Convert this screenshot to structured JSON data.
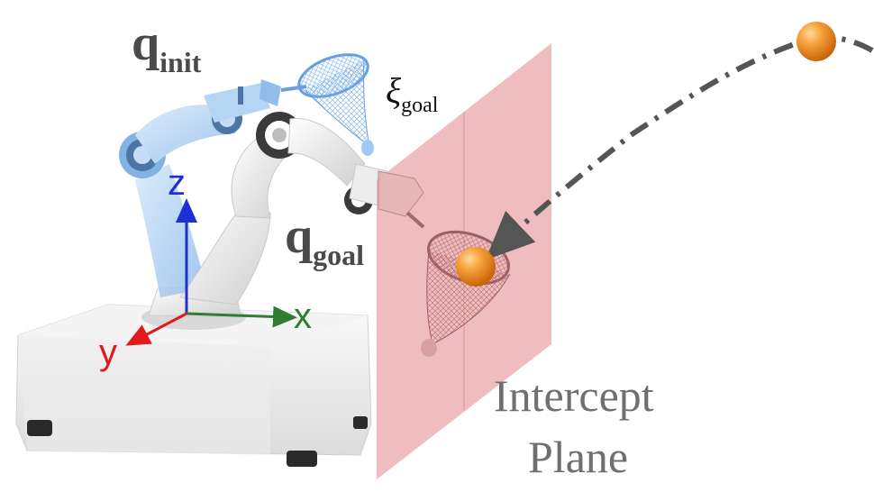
{
  "labels": {
    "q_init_base": "q",
    "q_init_sub": "init",
    "q_goal_base": "q",
    "q_goal_sub": "goal",
    "xi_base": "ξ",
    "xi_sub": "goal"
  },
  "axes": {
    "x": "x",
    "y": "y",
    "z": "z"
  },
  "plane_label": {
    "line1": "Intercept",
    "line2": "Plane"
  },
  "colors": {
    "axis_x": "#2e7d32",
    "axis_y": "#e01b1b",
    "axis_z": "#1f2fd6",
    "plane": "#e9a3a6",
    "ball": "#f08a1a",
    "arm_init": "#9fc8f3",
    "net_init": "#5d9ee6",
    "trajectory": "#555555"
  },
  "icons": {
    "ball": "orange-ball-icon",
    "net": "catching-net-icon",
    "robot": "robot-arm-icon"
  }
}
